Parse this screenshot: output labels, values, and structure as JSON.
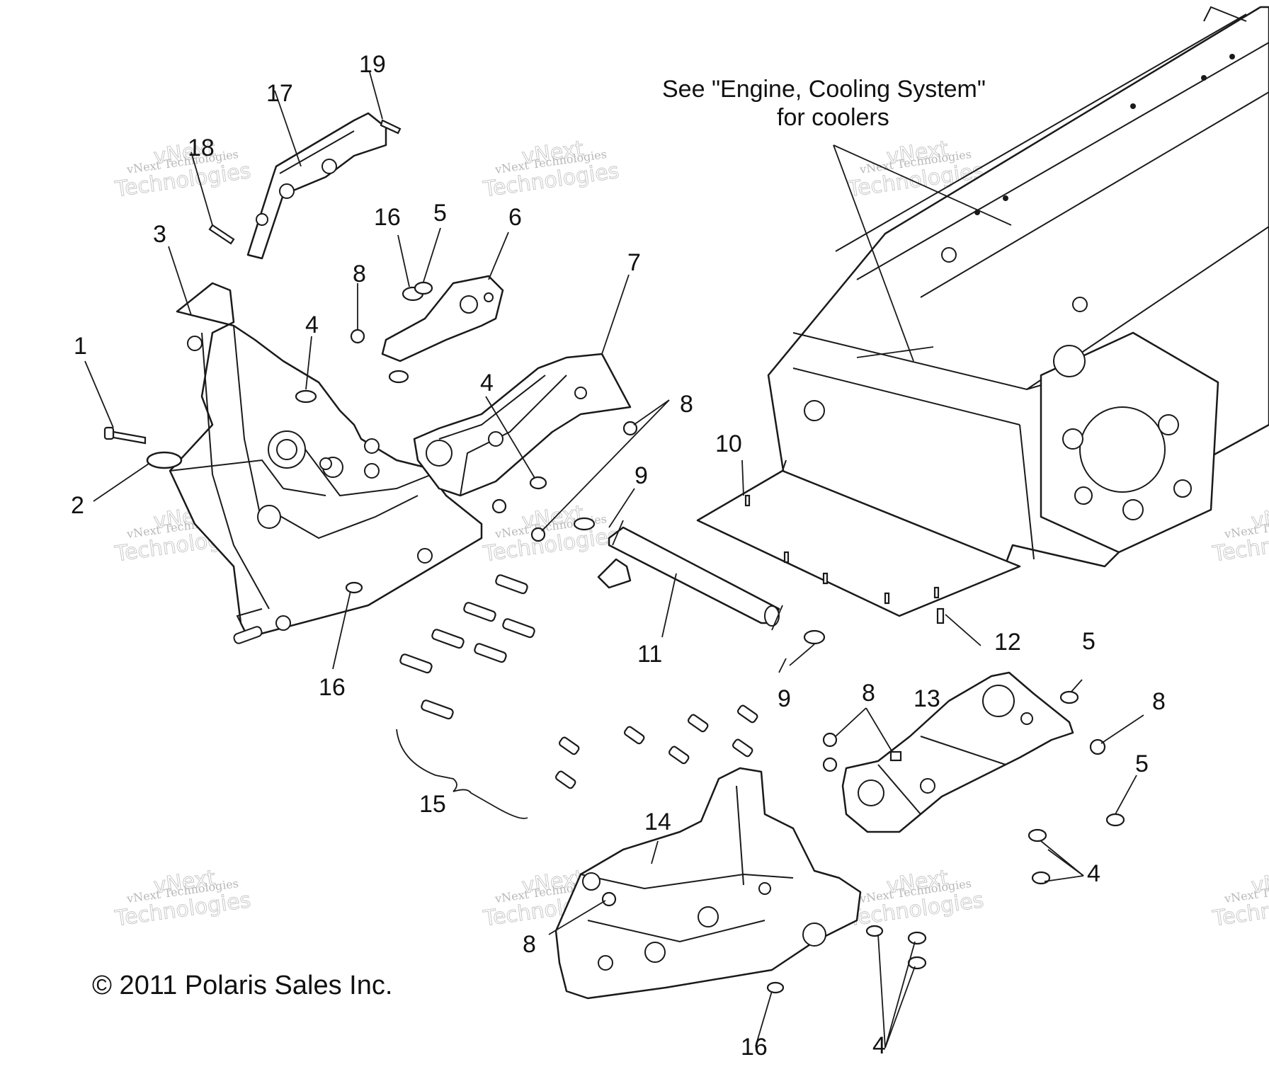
{
  "note": {
    "line1": "See \"Engine, Cooling System\"",
    "line2": "for coolers"
  },
  "copyright": "© 2011 Polaris Sales Inc.",
  "watermark": {
    "brand_small": "vNext Technologies",
    "brand_big": "Technologies",
    "brand_top": "vNext"
  },
  "callouts": {
    "c1": "1",
    "c2": "2",
    "c3": "3",
    "c4a": "4",
    "c4b": "4",
    "c4c": "4",
    "c4d": "4",
    "c5a": "5",
    "c5b": "5",
    "c5c": "5",
    "c6": "6",
    "c7": "7",
    "c8a": "8",
    "c8b": "8",
    "c8c": "8",
    "c8d": "8",
    "c8e": "8",
    "c9a": "9",
    "c9b": "9",
    "c10": "10",
    "c11": "11",
    "c12": "12",
    "c13": "13",
    "c14": "14",
    "c15": "15",
    "c16a": "16",
    "c16b": "16",
    "c16c": "16",
    "c17": "17",
    "c18": "18",
    "c19": "19"
  }
}
